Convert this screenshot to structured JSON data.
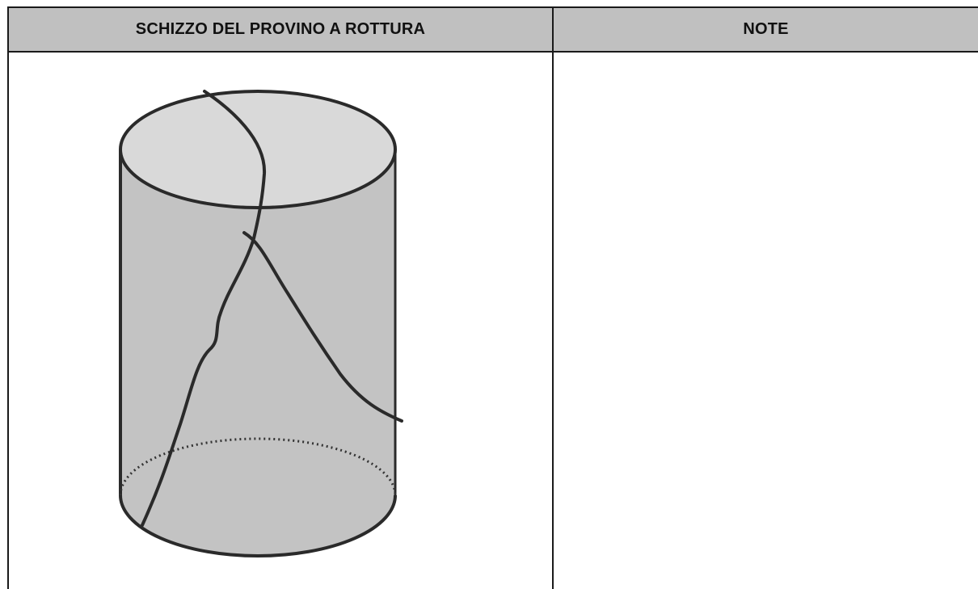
{
  "table": {
    "header_left": "SCHIZZO DEL PROVINO A ROTTURA",
    "header_right": "NOTE",
    "notes_text": ""
  },
  "sketch": {
    "subject": "cylinder-specimen-with-fracture-lines",
    "colors": {
      "body_fill": "#c3c3c3",
      "top_fill": "#d9d9d9",
      "outline": "#2a2a2a",
      "header_bg": "#c0c0c0"
    }
  }
}
